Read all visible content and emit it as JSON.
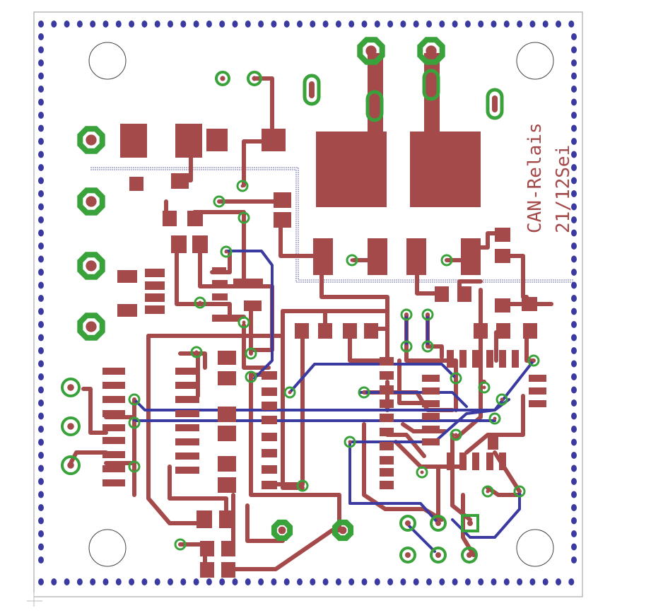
{
  "board": {
    "title_line1": "CAN-Relais",
    "title_line2": "21/12Sei"
  },
  "colors": {
    "background": "#ffffff",
    "outline": "#9a9a9a",
    "top_copper": "#a54a4a",
    "bottom_copper": "#3a3aa0",
    "pad_ring": "#3aa23a",
    "drill": "#a54a4a"
  },
  "layers": [
    "top-copper",
    "bottom-copper",
    "pads",
    "vias",
    "mounting-holes",
    "board-outline"
  ]
}
